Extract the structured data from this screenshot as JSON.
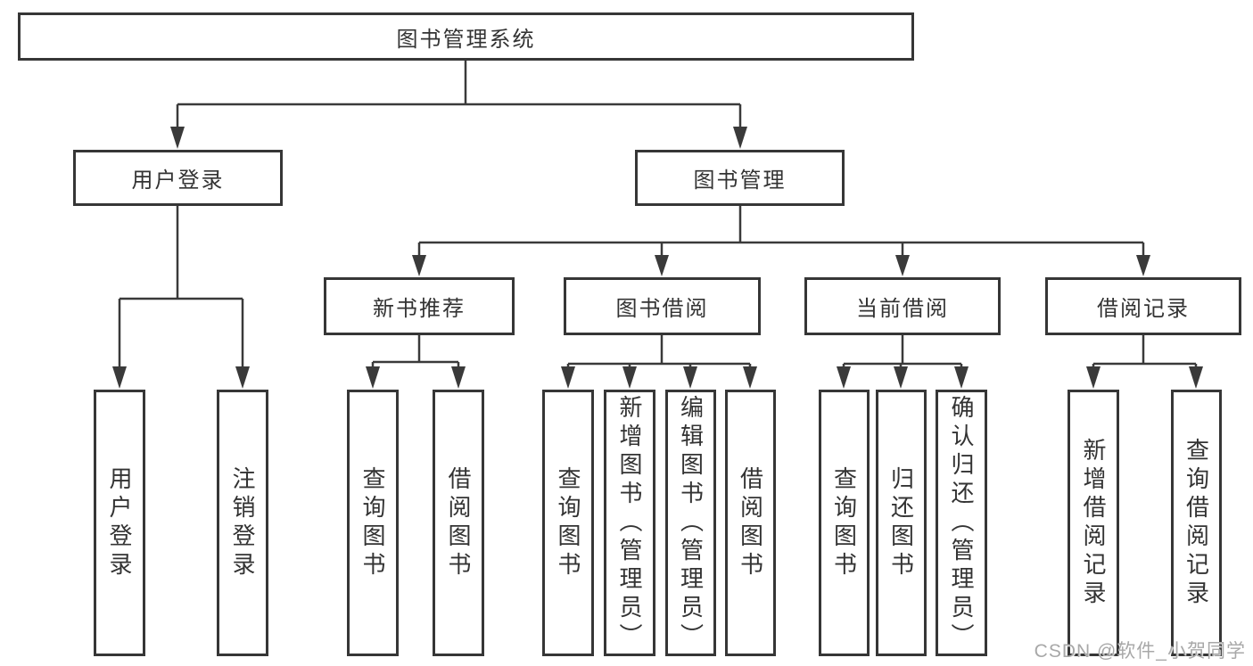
{
  "diagram": {
    "nodes": {
      "root": "图书管理系统",
      "user_login": "用户登录",
      "book_mgmt": "图书管理",
      "new_book_rec": "新书推荐",
      "book_borrow": "图书借阅",
      "current_borrow": "当前借阅",
      "borrow_record": "借阅记录",
      "leaf_user_login": "用户登录",
      "leaf_logout": "注销登录",
      "leaf_query_book_rec": "查询图书",
      "leaf_borrow_book_rec": "借阅图书",
      "leaf_query_book_borrow": "查询图书",
      "leaf_add_book": "新增图书（管理员）",
      "leaf_edit_book": "编辑图书（管理员）",
      "leaf_borrow_book": "借阅图书",
      "leaf_query_book_current": "查询图书",
      "leaf_return_book": "归还图书",
      "leaf_confirm_return": "确认归还（管理员）",
      "leaf_add_borrow_record": "新增借阅记录",
      "leaf_query_borrow_record": "查询借阅记录"
    }
  },
  "watermark": {
    "text": "CSDN @软件_小贺同学"
  },
  "colors": {
    "line": "#3a3a3a",
    "box_border": "#363636",
    "text": "#333333",
    "watermark_text": "#a8a8a8",
    "background": "#ffffff"
  }
}
